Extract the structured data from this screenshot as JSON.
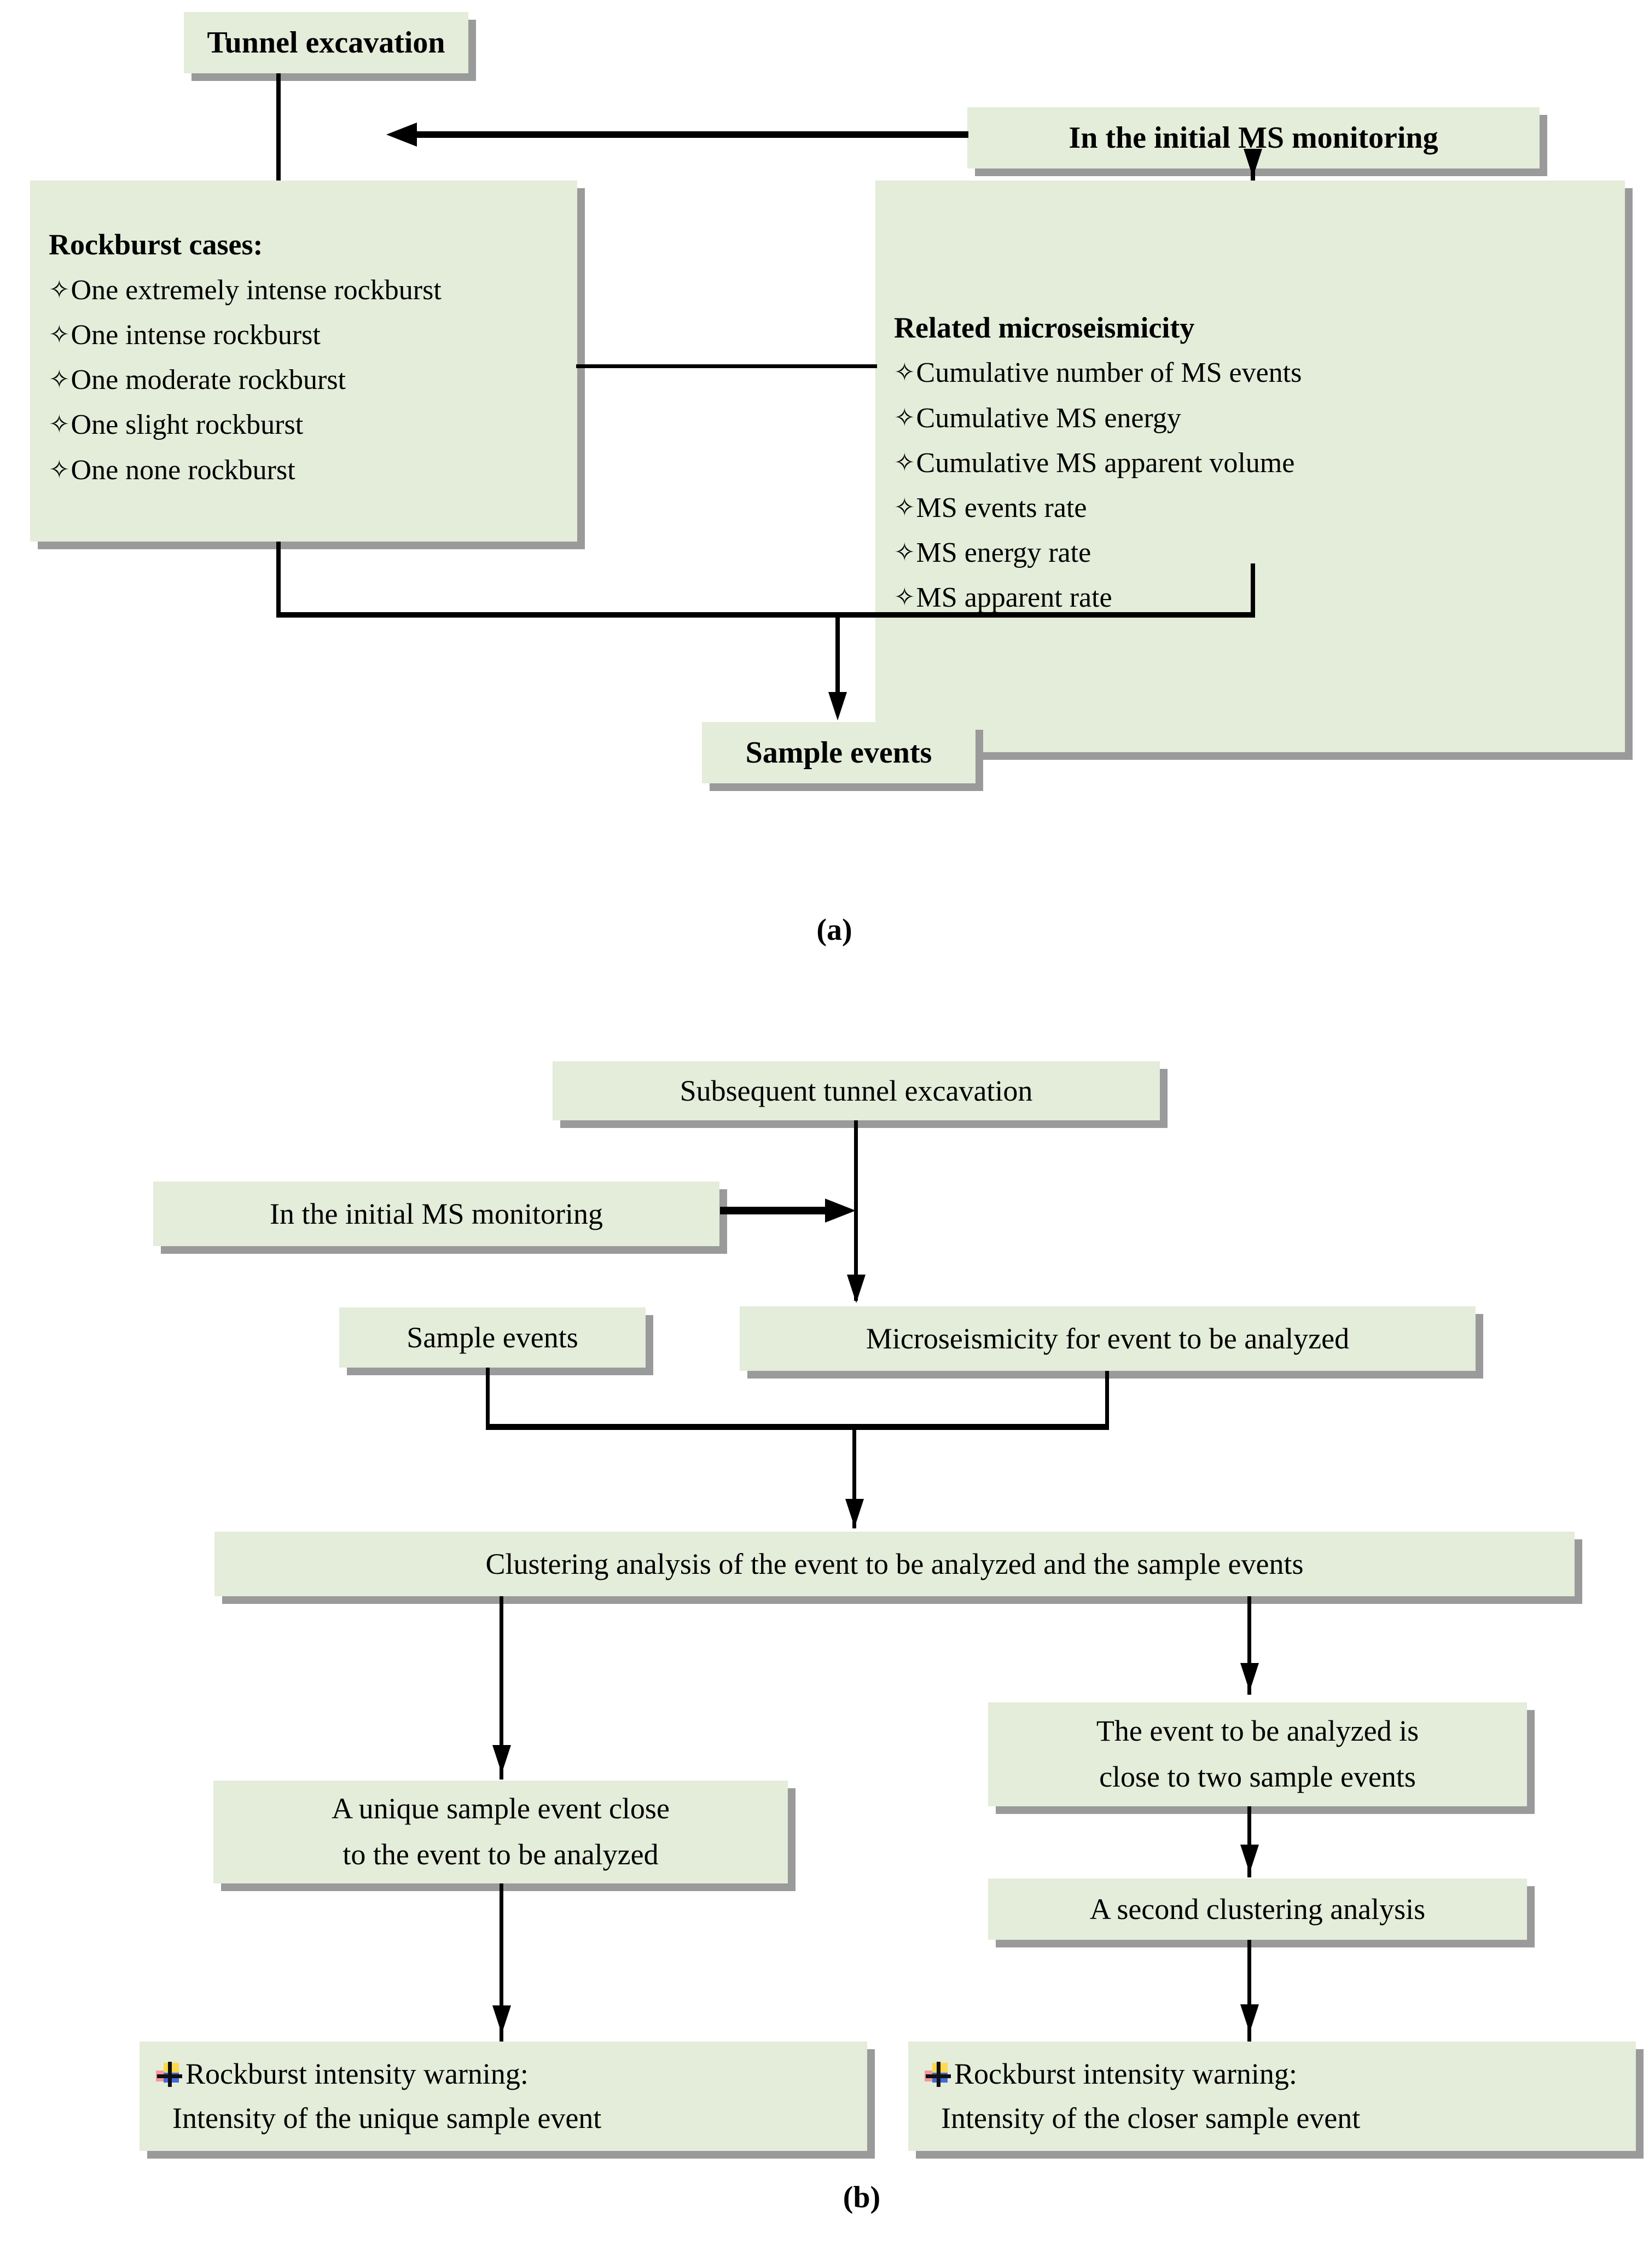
{
  "figure": {
    "panel_a_label": "(a)",
    "panel_b_label": "(b)",
    "box_fill_color": "#e4ecda",
    "shadow_color": "#9a9a9a",
    "line_color": "#000000"
  },
  "panel_a": {
    "tunnel_excavation": "Tunnel excavation",
    "initial_ms_monitoring": "In the initial MS monitoring",
    "rockburst_cases": {
      "heading": "Rockburst cases:",
      "bullet_glyph": "✧",
      "items": [
        "One extremely intense rockburst",
        "One intense rockburst",
        "One moderate rockburst",
        "One slight rockburst",
        "One none rockburst"
      ]
    },
    "related_microseismicity": {
      "heading": "Related microseismicity",
      "bullet_glyph": "✧",
      "items": [
        "Cumulative number of MS events",
        "Cumulative MS energy",
        "Cumulative MS apparent volume",
        "MS events rate",
        "MS energy rate",
        "MS apparent rate"
      ]
    },
    "sample_events": "Sample events"
  },
  "panel_b": {
    "subsequent_tunnel_excavation": "Subsequent tunnel excavation",
    "initial_ms_monitoring": "In the initial MS monitoring",
    "sample_events": "Sample events",
    "microseismicity_for_event": "Microseismicity for event to be analyzed",
    "clustering_analysis": "Clustering analysis of the event to be analyzed and the sample events",
    "unique_sample_event_line1": "A unique sample event close",
    "unique_sample_event_line2": "to the event to be analyzed",
    "close_to_two_line1": "The event to be analyzed is",
    "close_to_two_line2": "close to two sample events",
    "second_clustering": "A second clustering analysis",
    "warning_left_line1": "Rockburst intensity warning:",
    "warning_left_line2": "Intensity of the unique sample event",
    "warning_right_line1": "Rockburst intensity warning:",
    "warning_right_line2": "Intensity of the closer sample event"
  }
}
